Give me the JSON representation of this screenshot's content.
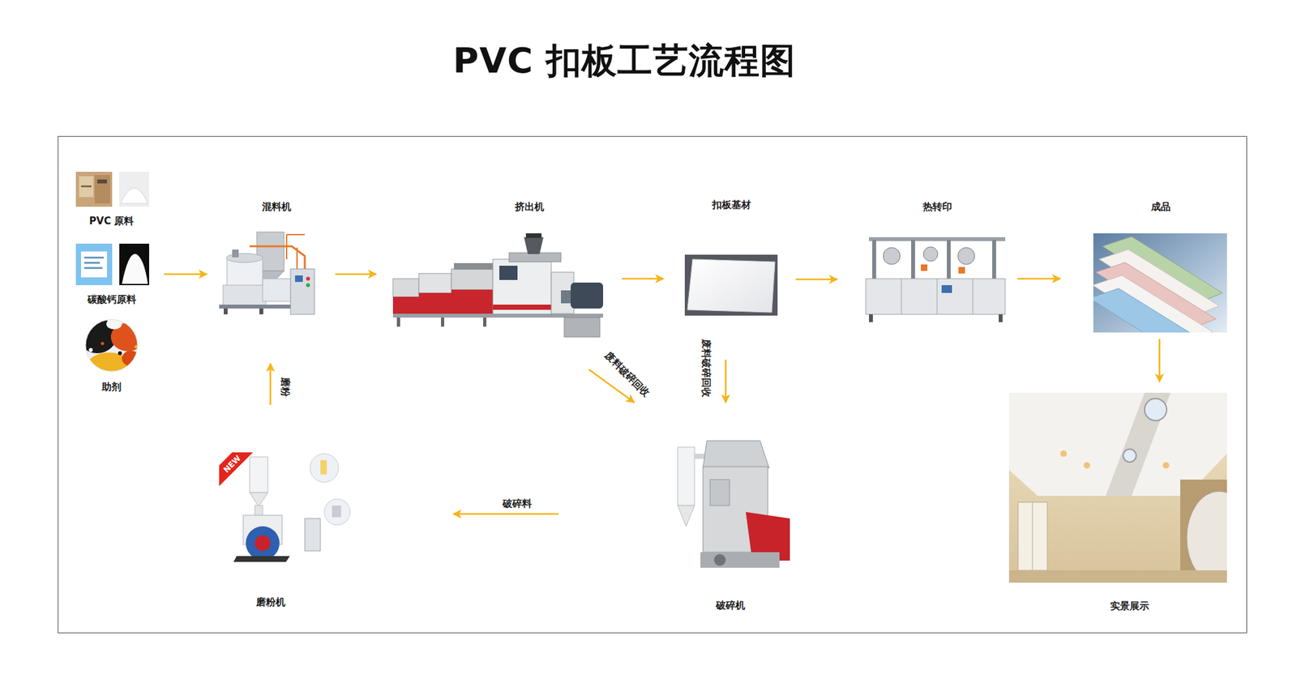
{
  "diagram": {
    "title": "PVC 扣板工艺流程图",
    "nodes": [
      {
        "text": [
          "PVC 原料"
        ]
      },
      {
        "text": [
          "碳酸钙原料"
        ]
      },
      {
        "text": [
          "助剂"
        ]
      },
      {
        "text": [
          "混料机"
        ]
      },
      {
        "text": [
          "挤出机"
        ]
      },
      {
        "text": [
          "扣板基材"
        ]
      },
      {
        "text": [
          "热转印"
        ]
      },
      {
        "text": [
          "成品"
        ]
      },
      {
        "text": [
          "实景展示"
        ]
      },
      {
        "text": [
          "破碎机"
        ]
      },
      {
        "text": [
          "磨粉机"
        ]
      }
    ],
    "edges": [
      {
        "from": 1,
        "to": 3,
        "arrow": "to"
      },
      {
        "from": 3,
        "to": 4,
        "arrow": "to"
      },
      {
        "from": 4,
        "to": 5,
        "arrow": "to"
      },
      {
        "from": 5,
        "to": 6,
        "arrow": "to"
      },
      {
        "from": 6,
        "to": 7,
        "arrow": "to"
      },
      {
        "from": 7,
        "to": 8,
        "arrow": "to"
      },
      {
        "from": 4,
        "to": 9,
        "label": "废料破碎回收",
        "arrow": "to"
      },
      {
        "from": 5,
        "to": 9,
        "label": "废料破碎回收",
        "arrow": "to"
      },
      {
        "from": 9,
        "to": 10,
        "label": "破碎料",
        "arrow": "to"
      },
      {
        "from": 10,
        "to": 3,
        "label": "磨粉",
        "arrow": "to"
      }
    ],
    "labels": [
      "NEW"
    ]
  }
}
